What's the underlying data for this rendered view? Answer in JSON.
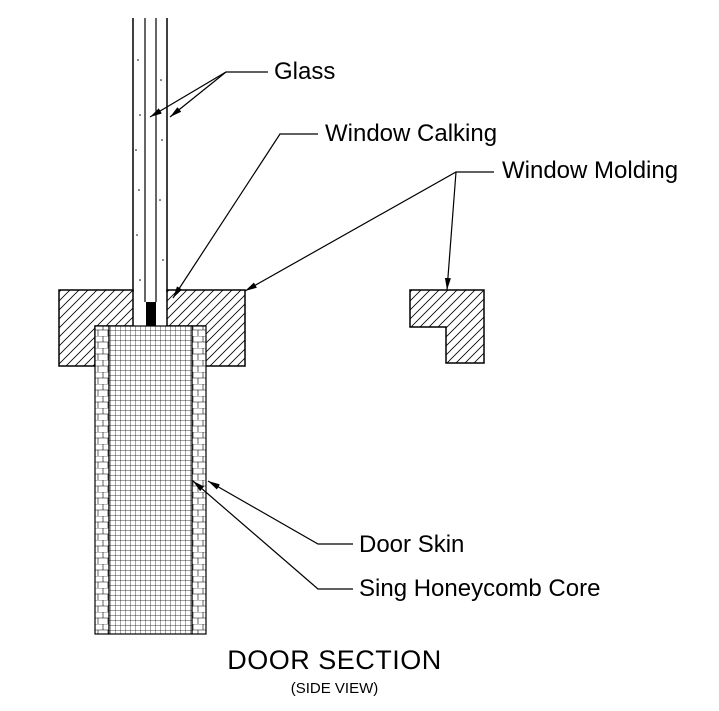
{
  "labels": {
    "glass": "Glass",
    "window_calking": "Window Calking",
    "window_molding": "Window Molding",
    "door_skin": "Door Skin",
    "honeycomb_core": "Sing Honeycomb Core"
  },
  "title": "DOOR SECTION",
  "subtitle": "(SIDE VIEW)",
  "colors": {
    "line": "#000000",
    "background": "#ffffff"
  }
}
